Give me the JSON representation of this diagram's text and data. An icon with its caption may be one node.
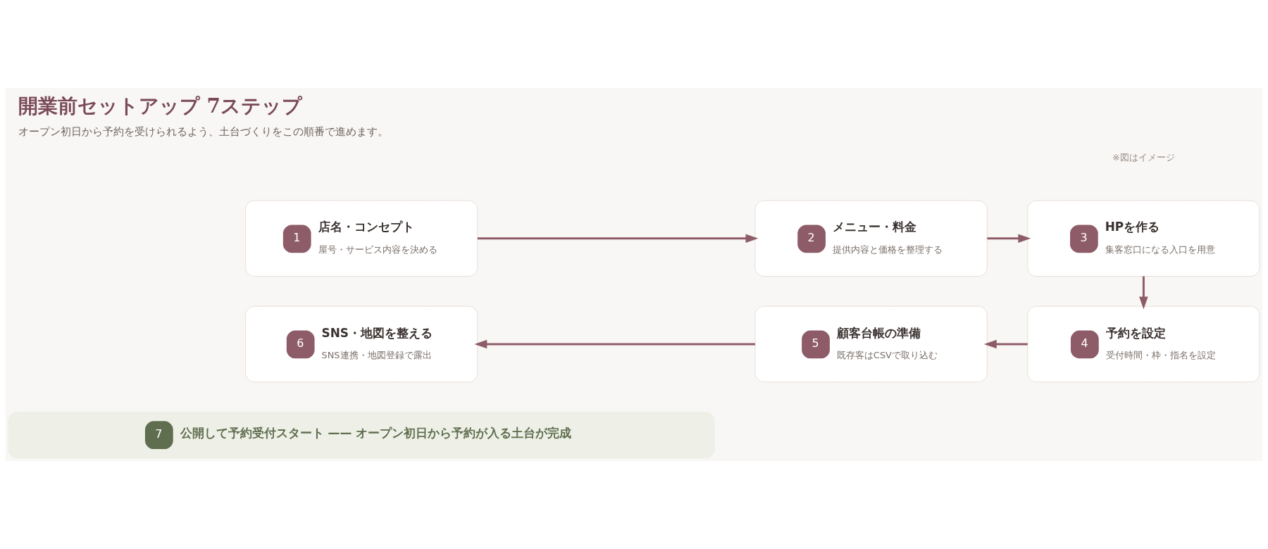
{
  "diagram": {
    "title": "開業前セットアップ 7ステップ",
    "caption": "オープン初日から予約を受けられるよう、土台づくりをこの順番で進めます。",
    "nodes": [
      {
        "text": [
          "1",
          "店名・コンセプト",
          "屋号・サービス内容を決める"
        ]
      },
      {
        "text": [
          "2",
          "メニュー・料金",
          "提供内容と価格を整理する"
        ]
      },
      {
        "text": [
          "3",
          "HPを作る",
          "集客窓口になる入口を用意"
        ]
      },
      {
        "text": [
          "4",
          "予約を設定",
          "受付時間・枠・指名を設定"
        ]
      },
      {
        "text": [
          "5",
          "顧客台帳の準備",
          "既存客はCSVで取り込む"
        ]
      },
      {
        "text": [
          "6",
          "SNS・地図を整える",
          "SNS連携・地図登録で露出"
        ]
      },
      {
        "text": [
          "7",
          "公開して予約受付スタート —— オープン初日から予約が入る土台が完成"
        ]
      }
    ],
    "edges": [
      {
        "from": 0,
        "to": 1,
        "arrow": "to"
      },
      {
        "from": 1,
        "to": 2,
        "arrow": "to"
      },
      {
        "from": 2,
        "to": 3,
        "arrow": "to"
      },
      {
        "from": 3,
        "to": 4,
        "arrow": "to"
      },
      {
        "from": 4,
        "to": 5,
        "arrow": "to"
      }
    ],
    "labels": [
      "※図はイメージ"
    ]
  }
}
